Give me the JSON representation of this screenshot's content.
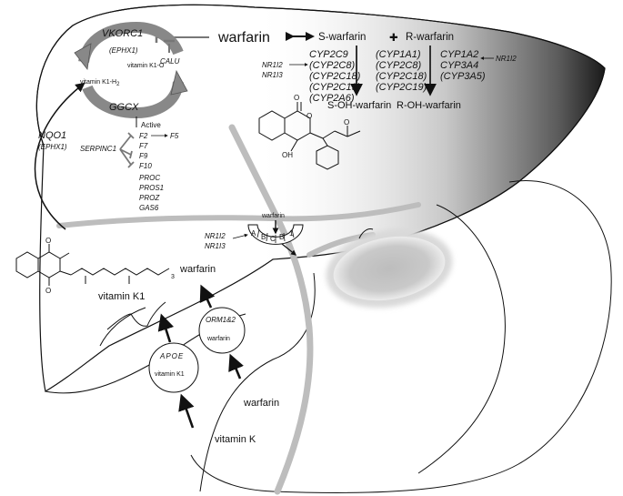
{
  "warfarin": {
    "main_label": "warfarin",
    "s_form": "S-warfarin",
    "r_form": "R-warfarin",
    "s_metabolite": "S-OH-warfarin",
    "r_metabolite": "R-OH-warfarin"
  },
  "s_enzymes": [
    "CYP2C9",
    "(CYP2C8)",
    "(CYP2C18)",
    "(CYP2C19)",
    "(CYP2A6)"
  ],
  "r_enzymes_a": [
    "(CYP1A1)",
    "(CYP2C8)",
    "(CYP2C18)",
    "(CYP2C19)"
  ],
  "r_enzymes_b": [
    "CYP1A2",
    "CYP3A4",
    "(CYP3A5)"
  ],
  "nr_top": [
    "NR1I2",
    "NR1I3"
  ],
  "nr_right": "NR1I2",
  "cycle": {
    "vkorc1": "VKORC1",
    "ephx1": "(EPHX1)",
    "calu": "CALU",
    "k1o": "vitamin K1-O",
    "k1h2": "vitamin K1-H",
    "k1h2_sub": "2",
    "ggcx": "GGCX"
  },
  "nqo1": {
    "name": "NQO1",
    "ephx1": "(EPHX1)"
  },
  "factors": {
    "active": "Active",
    "f2": "F2",
    "f5": "F5",
    "f7": "F7",
    "f9": "F9",
    "f10": "F10",
    "serpinc1": "SERPINC1",
    "others": [
      "PROC",
      "PROS1",
      "PROZ",
      "GAS6"
    ]
  },
  "molecule": {
    "oh": "OH",
    "o1": "O",
    "o2": "O",
    "o3": "O"
  },
  "abcb1": {
    "warfarin": "warfarin",
    "letters": [
      "A",
      "B",
      "C",
      "B",
      "1"
    ],
    "nr": [
      "NR1I2",
      "NR1I3"
    ]
  },
  "vitk1_molecule": {
    "label": "vitamin K1",
    "o1": "O",
    "o2": "O",
    "sub": "3"
  },
  "blood": {
    "warfarin1": "warfarin",
    "warfarin2": "warfarin",
    "vitamin_k": "vitamin K"
  },
  "apoe": {
    "name": "APOE",
    "cargo": "vitamin K1"
  },
  "orm": {
    "name": "ORM1&2",
    "cargo": "warfarin"
  }
}
